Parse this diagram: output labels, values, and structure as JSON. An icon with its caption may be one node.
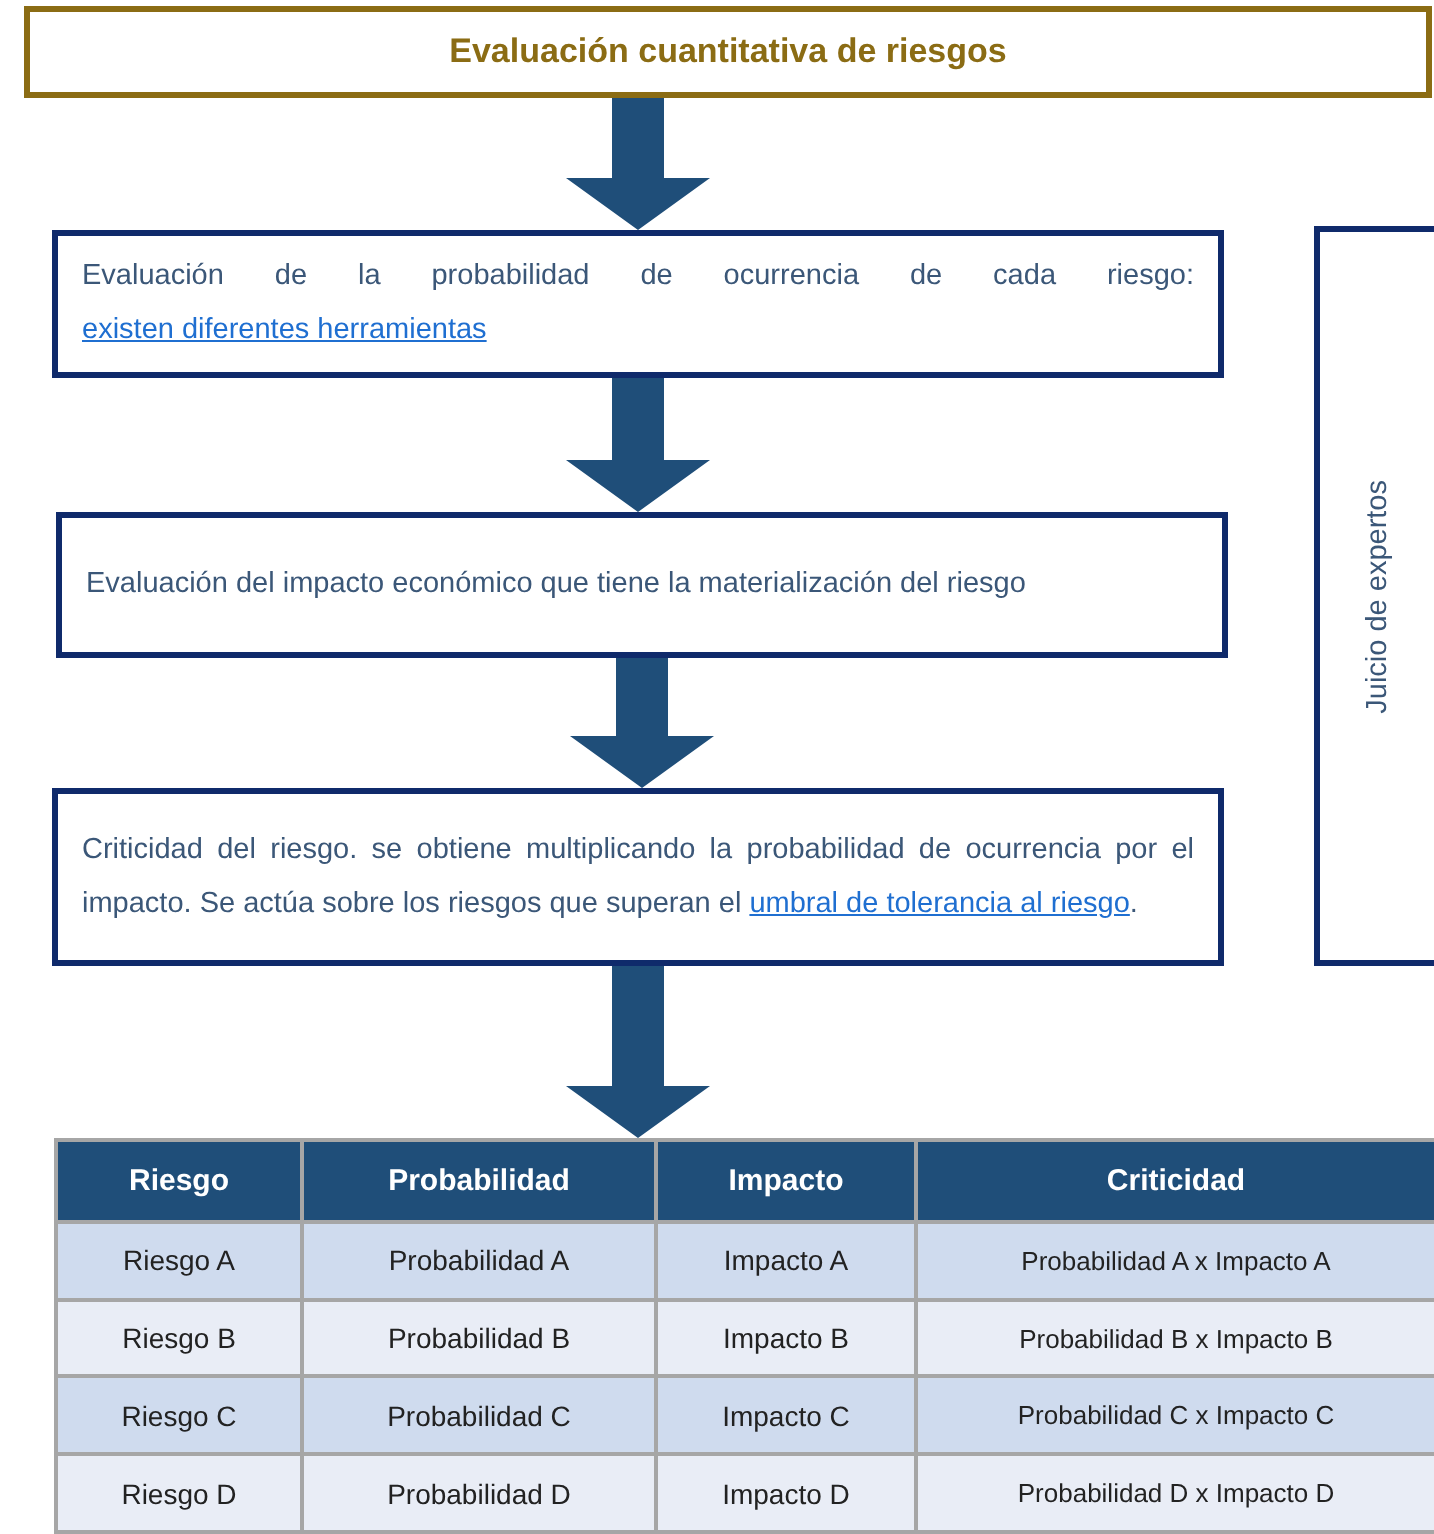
{
  "diagram": {
    "title": "Evaluación cuantitativa de riesgos",
    "nodes": [
      {
        "text": [
          "Evaluación de la probabilidad de ocurrencia de cada riesgo:",
          "existen diferentes herramientas"
        ]
      },
      {
        "text": [
          "Evaluación del impacto económico que tiene la materialización del riesgo"
        ]
      },
      {
        "text": [
          "Criticidad del riesgo. se obtiene multiplicando la probabilidad de ocurrencia por el impacto. Se actúa sobre los riesgos que superan el",
          "umbral de tolerancia al riesgo",
          "."
        ]
      },
      {
        "text": [
          "Juicio de expertos"
        ]
      },
      {
        "text": [],
        "shape": "table"
      }
    ],
    "edges": [
      {
        "from": null,
        "to": 0,
        "arrow": "to",
        "style": "thick"
      },
      {
        "from": 0,
        "to": 1,
        "arrow": "to",
        "style": "thick"
      },
      {
        "from": 1,
        "to": 2,
        "arrow": "to",
        "style": "thick"
      },
      {
        "from": 2,
        "to": 4,
        "arrow": "to",
        "style": "thick"
      }
    ],
    "labels": [
      "Riesgo",
      "Probabilidad",
      "Impacto",
      "Criticidad",
      "Riesgo A",
      "Probabilidad A",
      "Impacto A",
      "Probabilidad A x Impacto A",
      "Riesgo B",
      "Probabilidad B",
      "Impacto B",
      "Probabilidad B x Impacto B",
      "Riesgo C",
      "Probabilidad C",
      "Impacto C",
      "Probabilidad C x Impacto C",
      "Riesgo D",
      "Probabilidad D",
      "Impacto D",
      "Probabilidad D x Impacto D"
    ]
  }
}
